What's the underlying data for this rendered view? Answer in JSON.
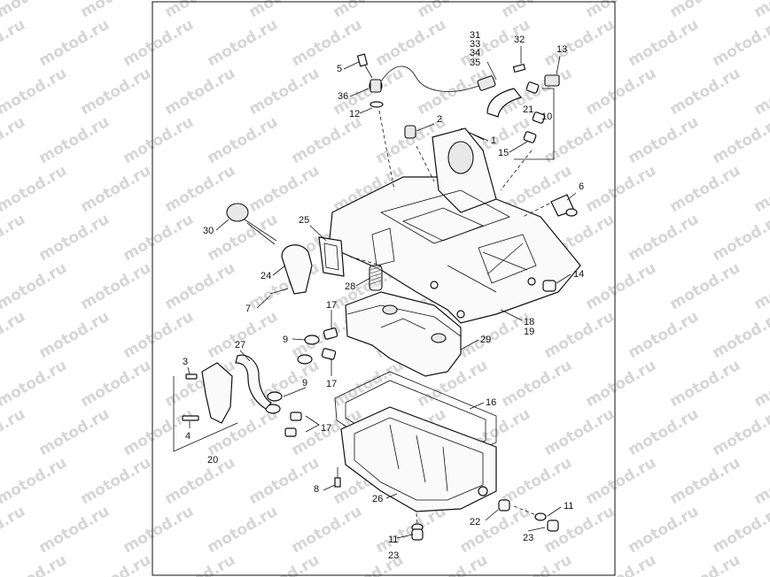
{
  "watermark": "motod.ru",
  "callouts": [
    {
      "id": "c1",
      "label": "1"
    },
    {
      "id": "c2",
      "label": "2"
    },
    {
      "id": "c3",
      "label": "3"
    },
    {
      "id": "c4",
      "label": "4"
    },
    {
      "id": "c5",
      "label": "5"
    },
    {
      "id": "c6",
      "label": "6"
    },
    {
      "id": "c7",
      "label": "7"
    },
    {
      "id": "c8",
      "label": "8"
    },
    {
      "id": "c9a",
      "label": "9"
    },
    {
      "id": "c9b",
      "label": "9"
    },
    {
      "id": "c10",
      "label": "10"
    },
    {
      "id": "c11a",
      "label": "11"
    },
    {
      "id": "c11b",
      "label": "11"
    },
    {
      "id": "c12",
      "label": "12"
    },
    {
      "id": "c13",
      "label": "13"
    },
    {
      "id": "c14",
      "label": "14"
    },
    {
      "id": "c15",
      "label": "15"
    },
    {
      "id": "c16",
      "label": "16"
    },
    {
      "id": "c17a",
      "label": "17"
    },
    {
      "id": "c17b",
      "label": "17"
    },
    {
      "id": "c17c",
      "label": "17"
    },
    {
      "id": "c18",
      "label": "18"
    },
    {
      "id": "c19",
      "label": "19"
    },
    {
      "id": "c20",
      "label": "20"
    },
    {
      "id": "c21",
      "label": "21"
    },
    {
      "id": "c22",
      "label": "22"
    },
    {
      "id": "c23a",
      "label": "23"
    },
    {
      "id": "c23b",
      "label": "23"
    },
    {
      "id": "c24",
      "label": "24"
    },
    {
      "id": "c25",
      "label": "25"
    },
    {
      "id": "c26",
      "label": "26"
    },
    {
      "id": "c27",
      "label": "27"
    },
    {
      "id": "c28",
      "label": "28"
    },
    {
      "id": "c29",
      "label": "29"
    },
    {
      "id": "c30",
      "label": "30"
    },
    {
      "id": "c31",
      "label": "31"
    },
    {
      "id": "c32",
      "label": "32"
    },
    {
      "id": "c33",
      "label": "33"
    },
    {
      "id": "c34",
      "label": "34"
    },
    {
      "id": "c35",
      "label": "35"
    },
    {
      "id": "c36",
      "label": "36"
    }
  ]
}
